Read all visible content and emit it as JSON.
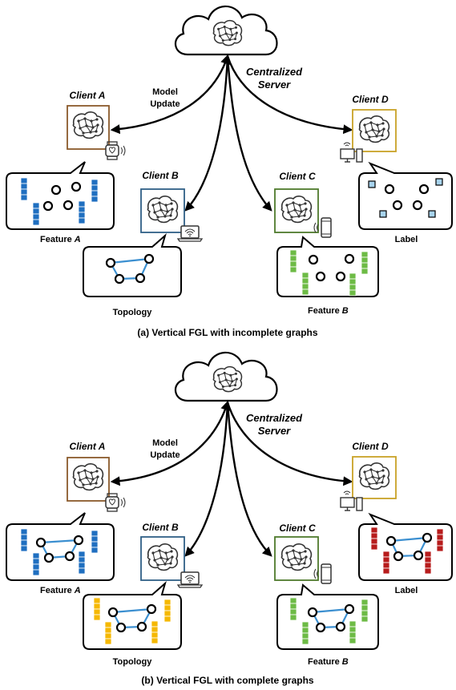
{
  "panels": [
    {
      "server_label_1": "Centralized",
      "server_label_2": "Server",
      "model_update_1": "Model",
      "model_update_2": "Update",
      "client_a": "Client A",
      "client_b": "Client B",
      "client_c": "Client C",
      "client_d": "Client D",
      "feature_a_prefix": "Feature ",
      "feature_a_letter": "A",
      "topology": "Topology",
      "feature_b_prefix": "Feature ",
      "feature_b_letter": "B",
      "label": "Label",
      "caption": "(a) Vertical FGL with incomplete graphs"
    },
    {
      "server_label_1": "Centralized",
      "server_label_2": "Server",
      "model_update_1": "Model",
      "model_update_2": "Update",
      "client_a": "Client A",
      "client_b": "Client B",
      "client_c": "Client C",
      "client_d": "Client D",
      "feature_a_prefix": "Feature ",
      "feature_a_letter": "A",
      "topology": "Topology",
      "feature_b_prefix": "Feature ",
      "feature_b_letter": "B",
      "label": "Label",
      "caption": "(b) Vertical FGL with complete graphs"
    }
  ],
  "colors": {
    "client_a_frame": "#8b5a2b",
    "client_b_frame": "#2f5f86",
    "client_c_frame": "#4e7a2c",
    "client_d_frame": "#c9a227",
    "feature_a_blue": "#1f6fc0",
    "feature_b_green": "#6dbb45",
    "topology_yellow": "#f5b800",
    "label_light_blue": "#a8d4ee",
    "label_red": "#b71c1c",
    "edge_blue": "#3b8fd0"
  }
}
